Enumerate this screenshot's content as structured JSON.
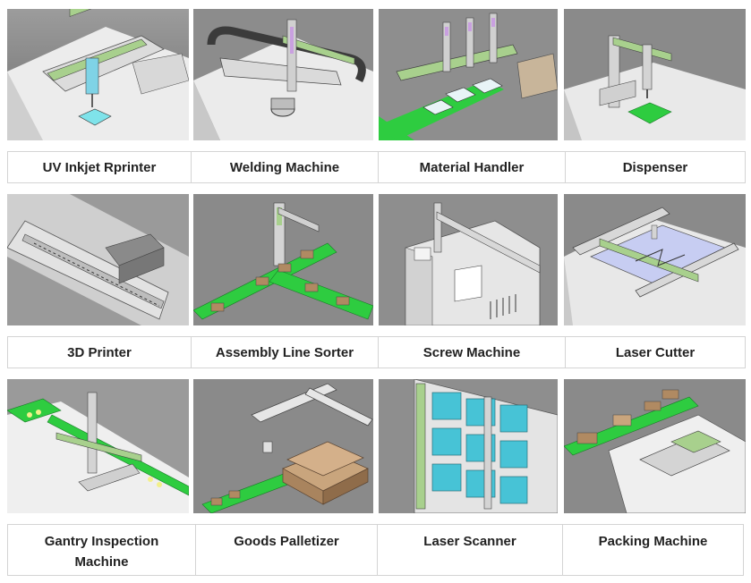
{
  "grid": {
    "items": [
      {
        "label": "UV Inkjet Rprinter",
        "icon": "uv-inkjet-printer-illustration"
      },
      {
        "label": "Welding Machine",
        "icon": "welding-machine-illustration"
      },
      {
        "label": "Material Handler",
        "icon": "material-handler-illustration"
      },
      {
        "label": "Dispenser",
        "icon": "dispenser-illustration"
      },
      {
        "label": "3D Printer",
        "icon": "3d-printer-illustration"
      },
      {
        "label": "Assembly Line Sorter",
        "icon": "assembly-line-sorter-illustration"
      },
      {
        "label": "Screw Machine",
        "icon": "screw-machine-illustration"
      },
      {
        "label": "Laser Cutter",
        "icon": "laser-cutter-illustration"
      },
      {
        "label": "Gantry Inspection Machine",
        "icon": "gantry-inspection-illustration"
      },
      {
        "label": "Goods Palletizer",
        "icon": "goods-palletizer-illustration"
      },
      {
        "label": "Laser Scanner",
        "icon": "laser-scanner-illustration"
      },
      {
        "label": "Packing Machine",
        "icon": "packing-machine-illustration"
      }
    ]
  },
  "colors": {
    "border": "#d4d4d4",
    "text": "#222222",
    "conveyor_green": "#2ecc40",
    "rail_green": "#a8d08d",
    "glass_blue": "#7fd3e6",
    "background_gray": "#8a8a8a"
  }
}
